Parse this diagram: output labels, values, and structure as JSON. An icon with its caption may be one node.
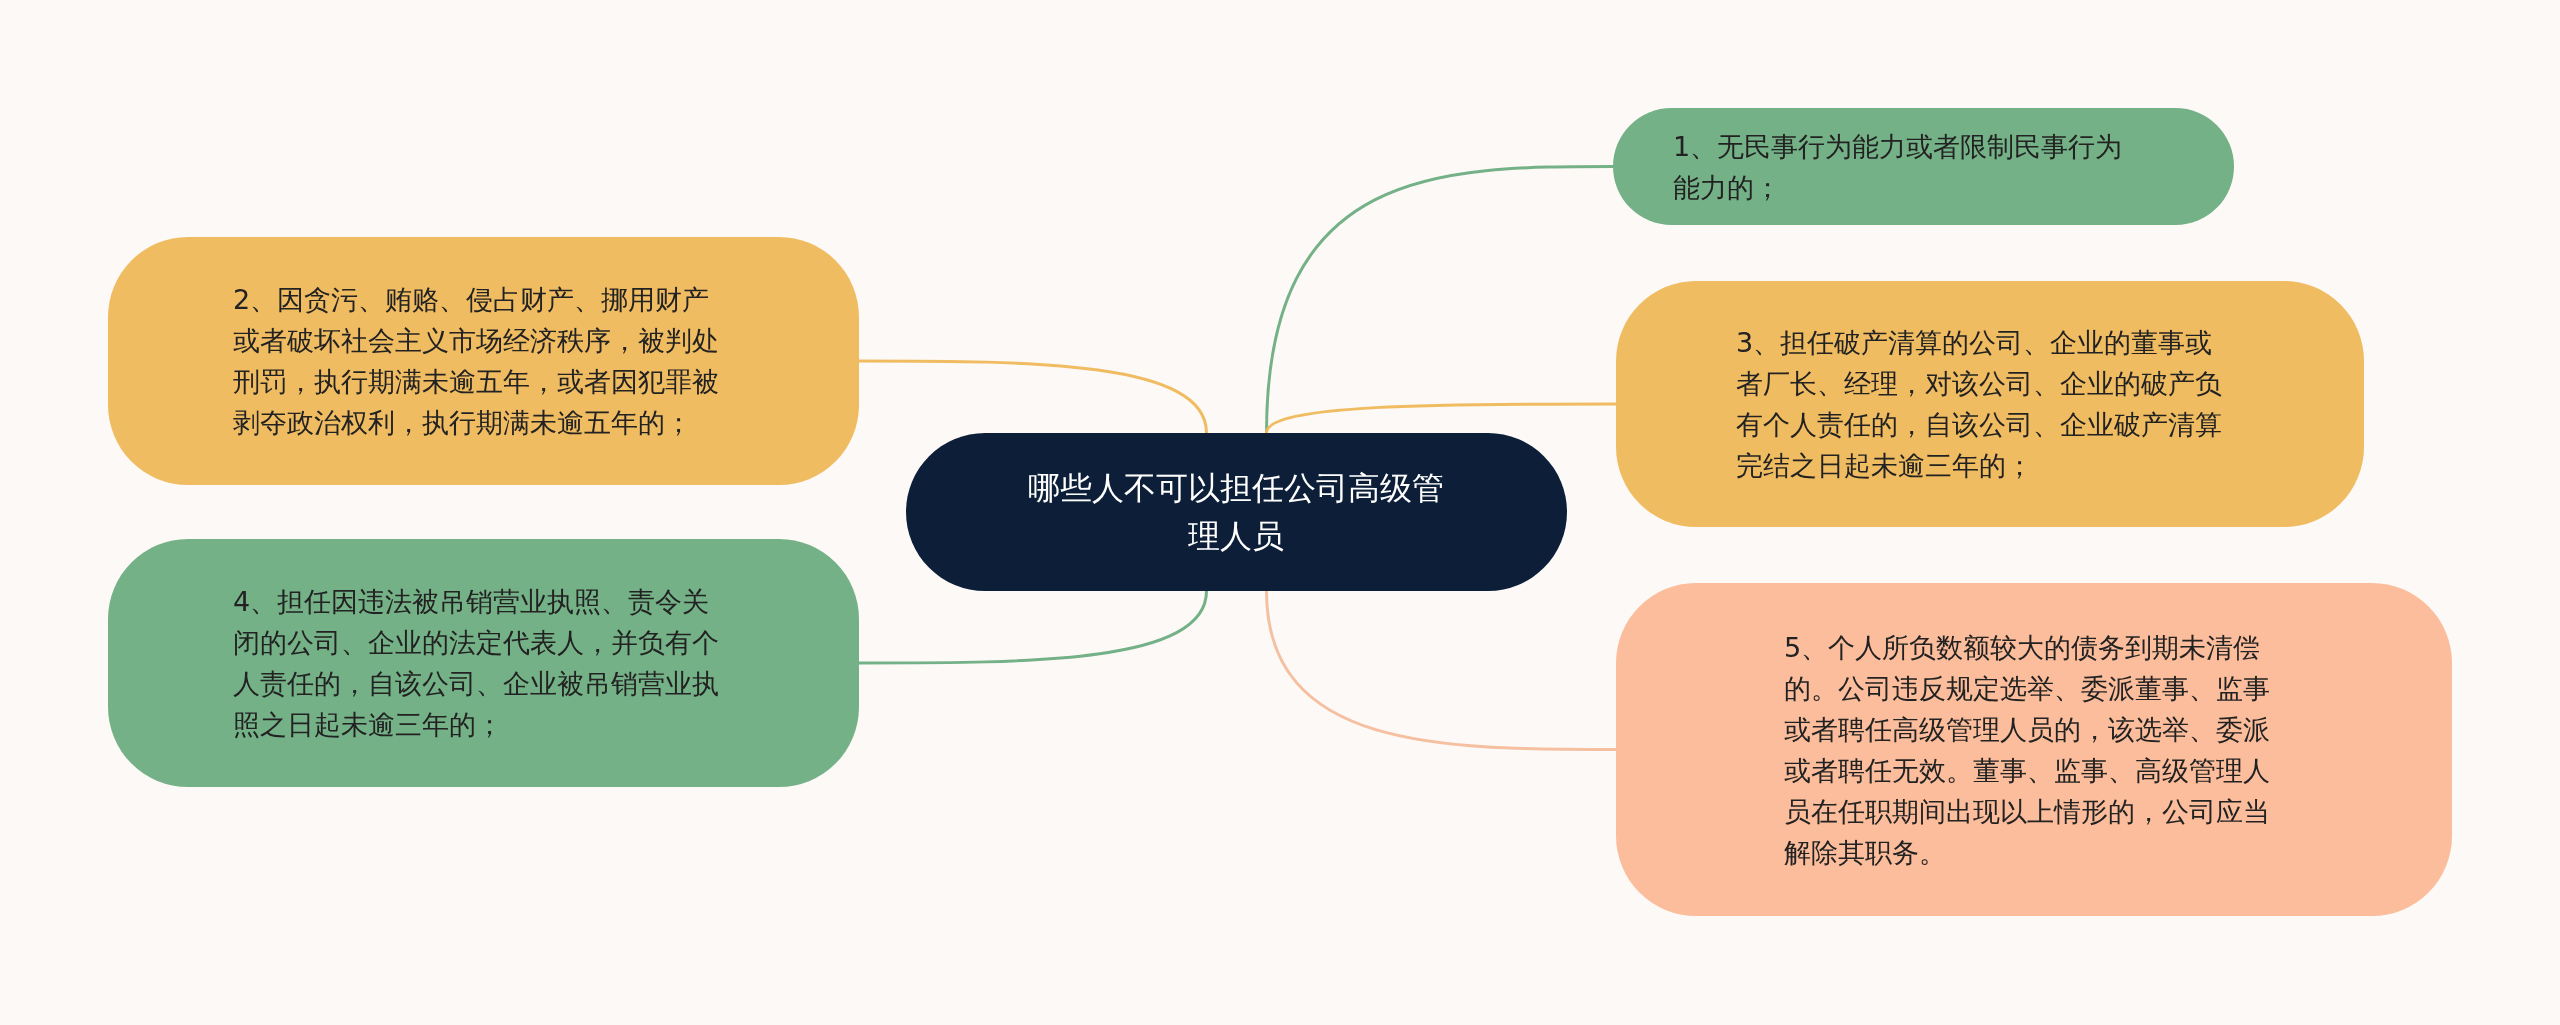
{
  "diagram": {
    "nodes": [
      {
        "text": [
          "哪些人不可以担任公司高级管理人员"
        ]
      },
      {
        "text": [
          "1、无民事行为能力或者限制民事行为能力的；"
        ]
      },
      {
        "text": [
          "2、因贪污、贿赂、侵占财产、挪用财产或者破坏社会主义市场经济秩序，被判处刑罚，执行期满未逾五年，或者因犯罪被剥夺政治权利，执行期满未逾五年的；"
        ]
      },
      {
        "text": [
          "3、担任破产清算的公司、企业的董事或者厂长、经理，对该公司、企业的破产负有个人责任的，自该公司、企业破产清算完结之日起未逾三年的；"
        ]
      },
      {
        "text": [
          "4、担任因违法被吊销营业执照、责令关闭的公司、企业的法定代表人，并负有个人责任的，自该公司、企业被吊销营业执照之日起未逾三年的；"
        ]
      },
      {
        "text": [
          "5、个人所负数额较大的债务到期未清偿的。公司违反规定选举、委派董事、监事或者聘任高级管理人员的，该选举、委派或者聘任无效。董事、监事、高级管理人员在任职期间出现以上情形的，公司应当解除其职务。"
        ]
      }
    ],
    "edges": [
      {
        "from": 0,
        "to": 1,
        "arrow": "none",
        "color": "#74b187"
      },
      {
        "from": 0,
        "to": 2,
        "arrow": "none",
        "color": "#f0bc62"
      },
      {
        "from": 0,
        "to": 3,
        "arrow": "none",
        "color": "#f0bc62"
      },
      {
        "from": 0,
        "to": 4,
        "arrow": "none",
        "color": "#74b187"
      },
      {
        "from": 0,
        "to": 5,
        "arrow": "none",
        "color": "#f5bfa0"
      }
    ]
  }
}
